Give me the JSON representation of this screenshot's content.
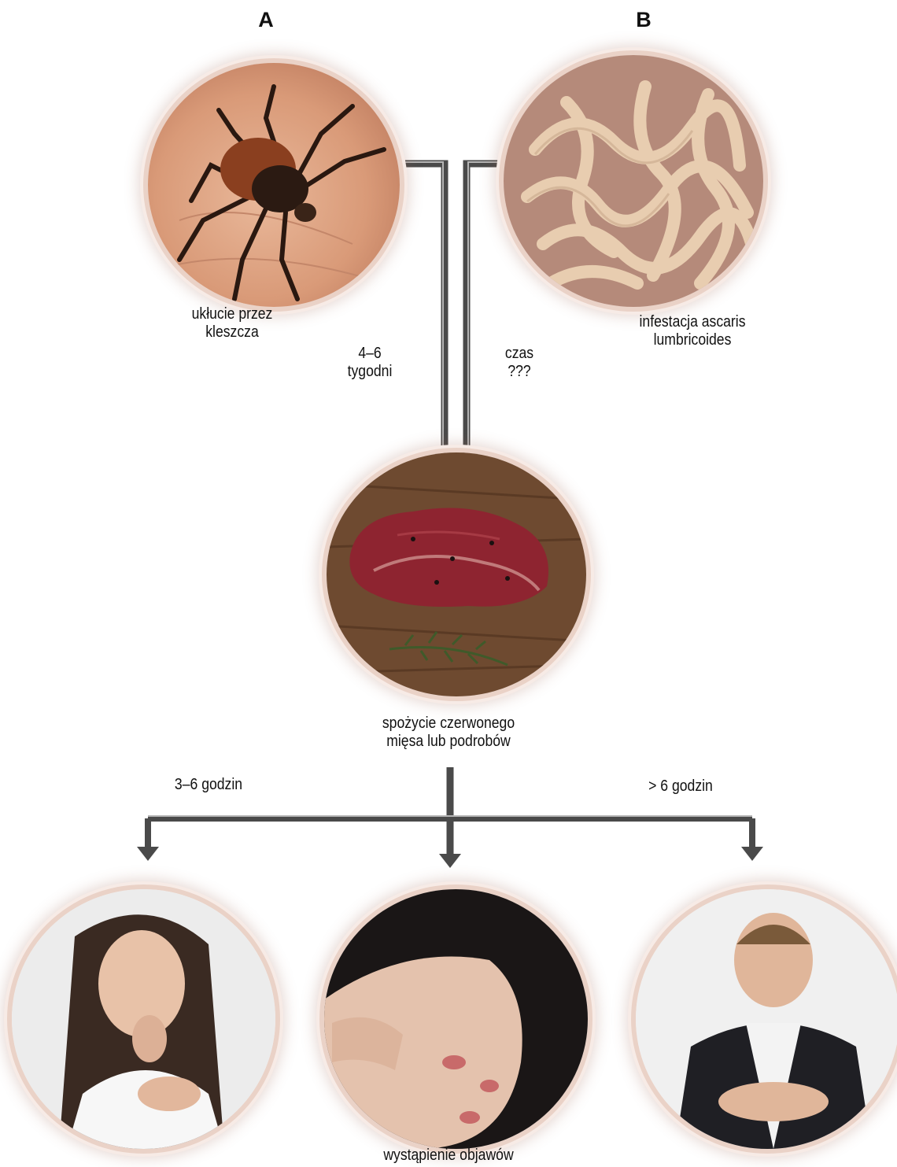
{
  "panels": {
    "a_letter": "A",
    "b_letter": "B"
  },
  "nodes": {
    "tick": {
      "label_line1": "ukłucie przez",
      "label_line2": "kleszcza"
    },
    "ascaris": {
      "label_line1": "infestacja ascaris",
      "label_line2": "lumbricoides"
    },
    "meat": {
      "label_line1": "spożycie czerwonego",
      "label_line2": "mięsa lub podrobów"
    },
    "symptoms": {
      "label": "wystąpienie objawów"
    }
  },
  "edges": {
    "tick_to_meat": {
      "line1": "4–6",
      "line2": "tygodni"
    },
    "ascaris_to_meat": {
      "line1": "czas",
      "line2": "???"
    },
    "meat_to_left": "3–6 godzin",
    "meat_to_right": "> 6 godzin"
  },
  "colors": {
    "connector": "#4a4a4a",
    "connector_highlight": "#a8a8a8",
    "ring": "#ead2c7"
  }
}
